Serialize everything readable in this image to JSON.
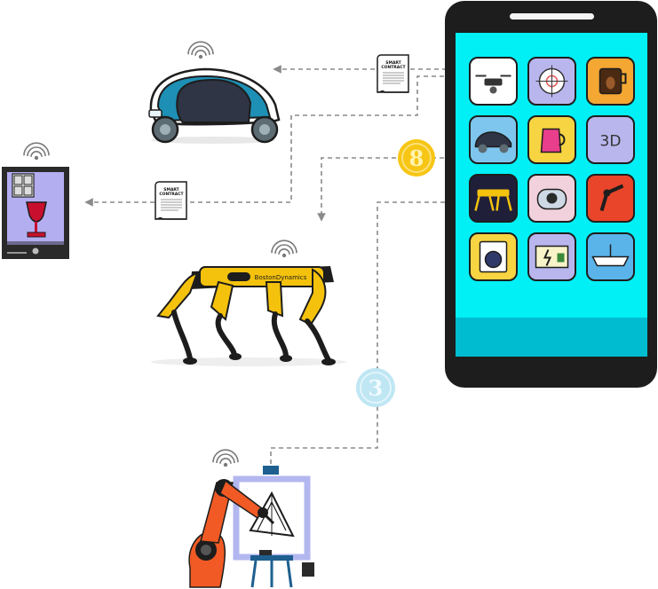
{
  "phone": {
    "apps": [
      {
        "id": "drone",
        "name": "drone-icon",
        "bg": "#ffffff"
      },
      {
        "id": "target",
        "name": "target-icon",
        "bg": "#b9b6ee"
      },
      {
        "id": "coffee",
        "name": "coffee-icon",
        "bg": "#f5a733"
      },
      {
        "id": "car",
        "name": "electric-car-icon",
        "bg": "#7fc6ee"
      },
      {
        "id": "kettle",
        "name": "kettle-icon",
        "bg": "#f7d442"
      },
      {
        "id": "printer3d",
        "name": "3d-printer-app-icon",
        "bg": "#b9b6ee",
        "label": "3D"
      },
      {
        "id": "robotdog",
        "name": "robot-dog-icon",
        "bg": "#1f1f3a"
      },
      {
        "id": "lock",
        "name": "lock-icon",
        "bg": "#f1d1dc"
      },
      {
        "id": "robotarm",
        "name": "robot-arm-icon",
        "bg": "#e8452a"
      },
      {
        "id": "washer",
        "name": "washing-machine-icon",
        "bg": "#f7d442"
      },
      {
        "id": "charger",
        "name": "charger-icon",
        "bg": "#b9b6ee"
      },
      {
        "id": "ship",
        "name": "ship-icon",
        "bg": "#5ab4ea"
      }
    ],
    "screen_color": "#00f0f5",
    "footer_color": "#00bcd0"
  },
  "contracts": [
    {
      "line1": "SMART",
      "line2": "CONTRACT"
    },
    {
      "line1": "SMART",
      "line2": "CONTRACT"
    }
  ],
  "coins": [
    {
      "label": "8",
      "color": "#f7c614"
    },
    {
      "label": "3",
      "color": "#bfe6f3"
    }
  ],
  "robot_dog": {
    "brand": "BostonDynamics"
  }
}
